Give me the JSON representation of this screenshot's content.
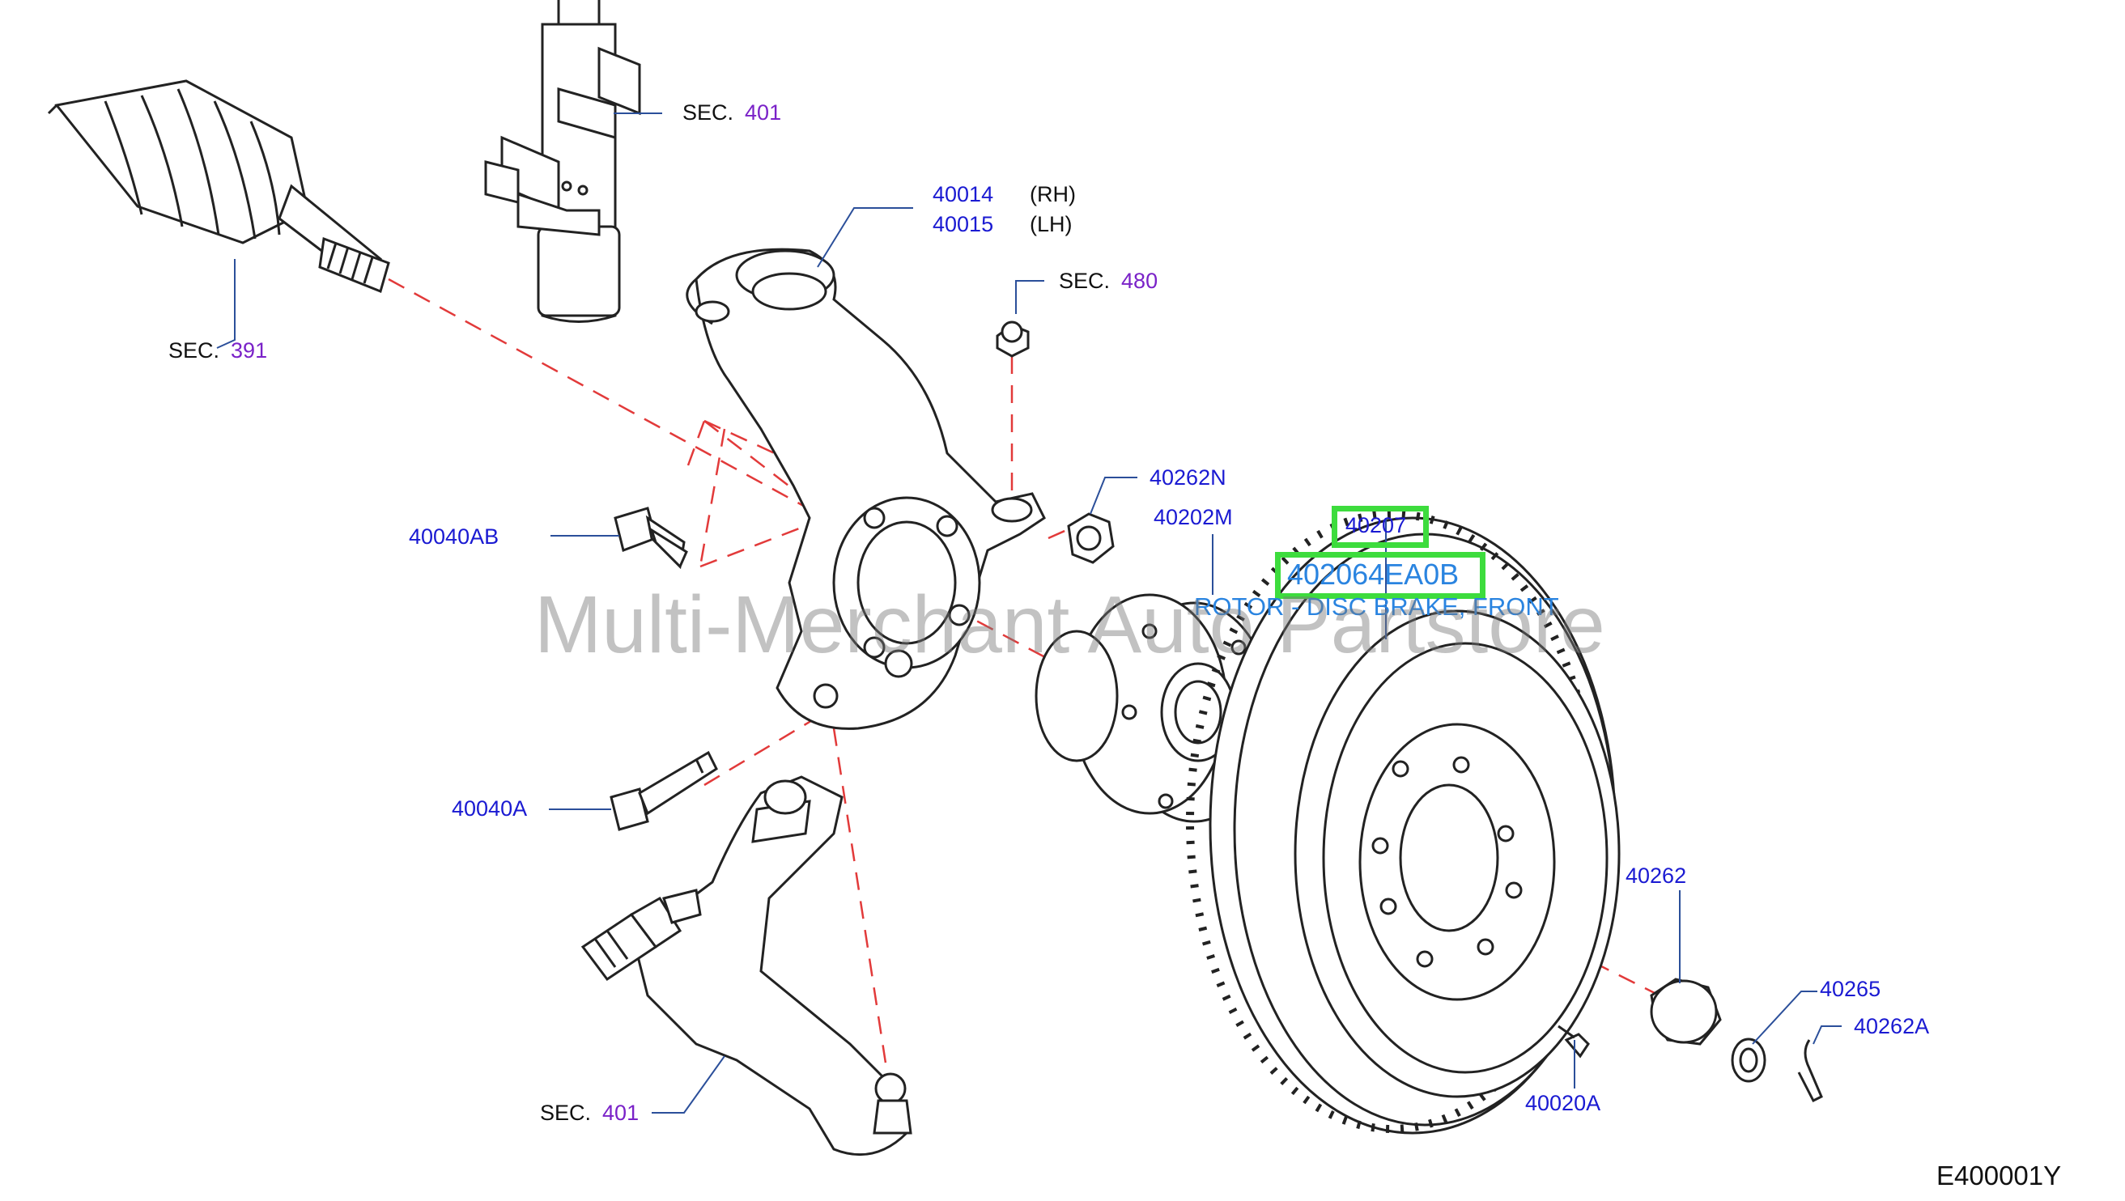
{
  "diagram": {
    "code": "E400001Y",
    "watermark": "Multi-Merchant Auto Partstore",
    "highlight": {
      "ref": "40207",
      "part_number": "402064EA0B",
      "description": "ROTOR - DISC BRAKE, FRONT"
    },
    "labels": {
      "sec_401_top": {
        "prefix": "SEC.",
        "num": "401"
      },
      "sec_391": {
        "prefix": "SEC.",
        "num": "391"
      },
      "sec_480": {
        "prefix": "SEC.",
        "num": "480"
      },
      "sec_401_bottom": {
        "prefix": "SEC.",
        "num": "401"
      },
      "p40014": "40014",
      "p40015": "40015",
      "rh": "(RH)",
      "lh": "(LH)",
      "p40262N": "40262N",
      "p40202M": "40202M",
      "p40040AB": "40040AB",
      "p40040A": "40040A",
      "p40262": "40262",
      "p40265": "40265",
      "p40262A": "40262A",
      "p40020A": "40020A"
    },
    "colors": {
      "part_number": "#1a1ad2",
      "section_number": "#7a22c8",
      "highlight_box": "#3ddc3d",
      "description": "#2a84e0",
      "guide_dash": "#e23a3a"
    }
  }
}
